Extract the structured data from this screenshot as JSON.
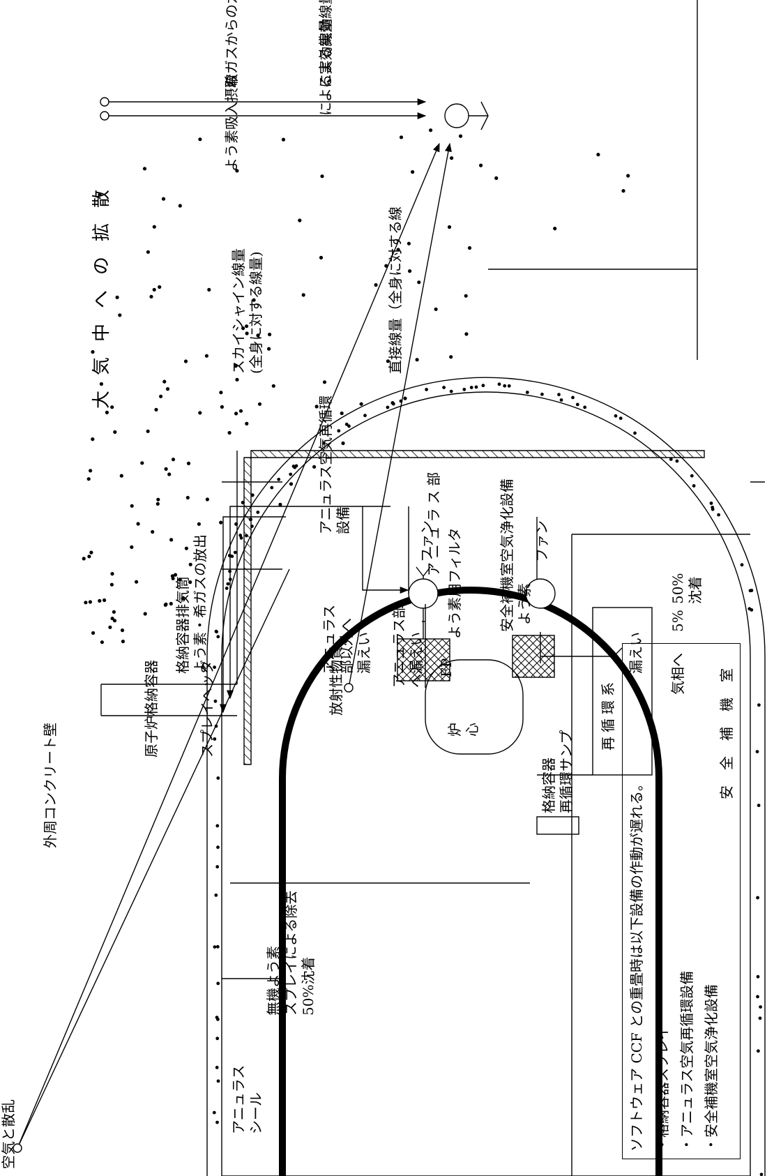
{
  "labels": {
    "outer_wall": "外周コンクリート壁",
    "reactor_vessel": "原子炉格納容器",
    "annulus_seal": "アニュラス\nシール",
    "inorganic_iodine": "無機よう素\nスプレイによる除去\n50%沈着",
    "spray_header": "スプレイヘッダ",
    "radioactive_material": "放射性物質",
    "leak_outside": "アニュラス\n部以外へ\n漏えい",
    "leak_annulus": "アニュラス部\nへ漏えい",
    "fp": "FP",
    "core": "炉\n心",
    "iodine": "よう素",
    "sump": "格納容器\n再循環サンプ",
    "recirc": "再循環系",
    "leak": "漏えい",
    "gas_phase": "気相へ",
    "pct5": "5%",
    "pct50": "50%\n沈着",
    "aux_room": "安全補機室",
    "annulus_part": "アニュラス部",
    "iodine_filter": "よう素用フィルタ",
    "annulus_system": "アニュラス空気再循環\n設備",
    "aux_system": "安全補機室空気浄化設備",
    "fan1": "ファン",
    "fan2": "ファン",
    "stack": "格納容器排気筒\nよう素・希ガスの放出",
    "scatter": "空気と散乱",
    "diffusion": "大気中への拡散",
    "skyshine": "スカイシャイン線量\n(全身に対する線量)",
    "direct": "直接線量（全身に対する線",
    "iodine_inhale": "よう素吸入摂取",
    "by_effective": "による実効線量",
    "noble_gas": "希ガスからのガンマ線",
    "by_effective2": "による実効線量"
  },
  "note": {
    "title": "ソフトウェア CCF との重畳時は以下設備の作動が遅れる。",
    "items": [
      "・格納容器スプレイ",
      "・アニュラス空気再循環設備",
      "・安全補機室空気浄化設備"
    ]
  }
}
